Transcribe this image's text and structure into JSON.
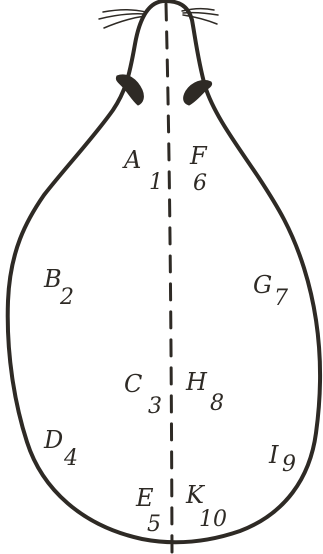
{
  "colors": {
    "ink": "#2e2a25",
    "paper": "#ffffff"
  },
  "figure": {
    "labels": {
      "A": "A",
      "one": "1",
      "F": "F",
      "six": "6",
      "B": "B",
      "two": "2",
      "G": "G",
      "seven": "7",
      "C": "C",
      "three": "3",
      "H": "H",
      "eight": "8",
      "D": "D",
      "four": "4",
      "I": "I",
      "nine": "9",
      "E": "E",
      "five": "5",
      "K": "K",
      "ten": "10"
    }
  }
}
